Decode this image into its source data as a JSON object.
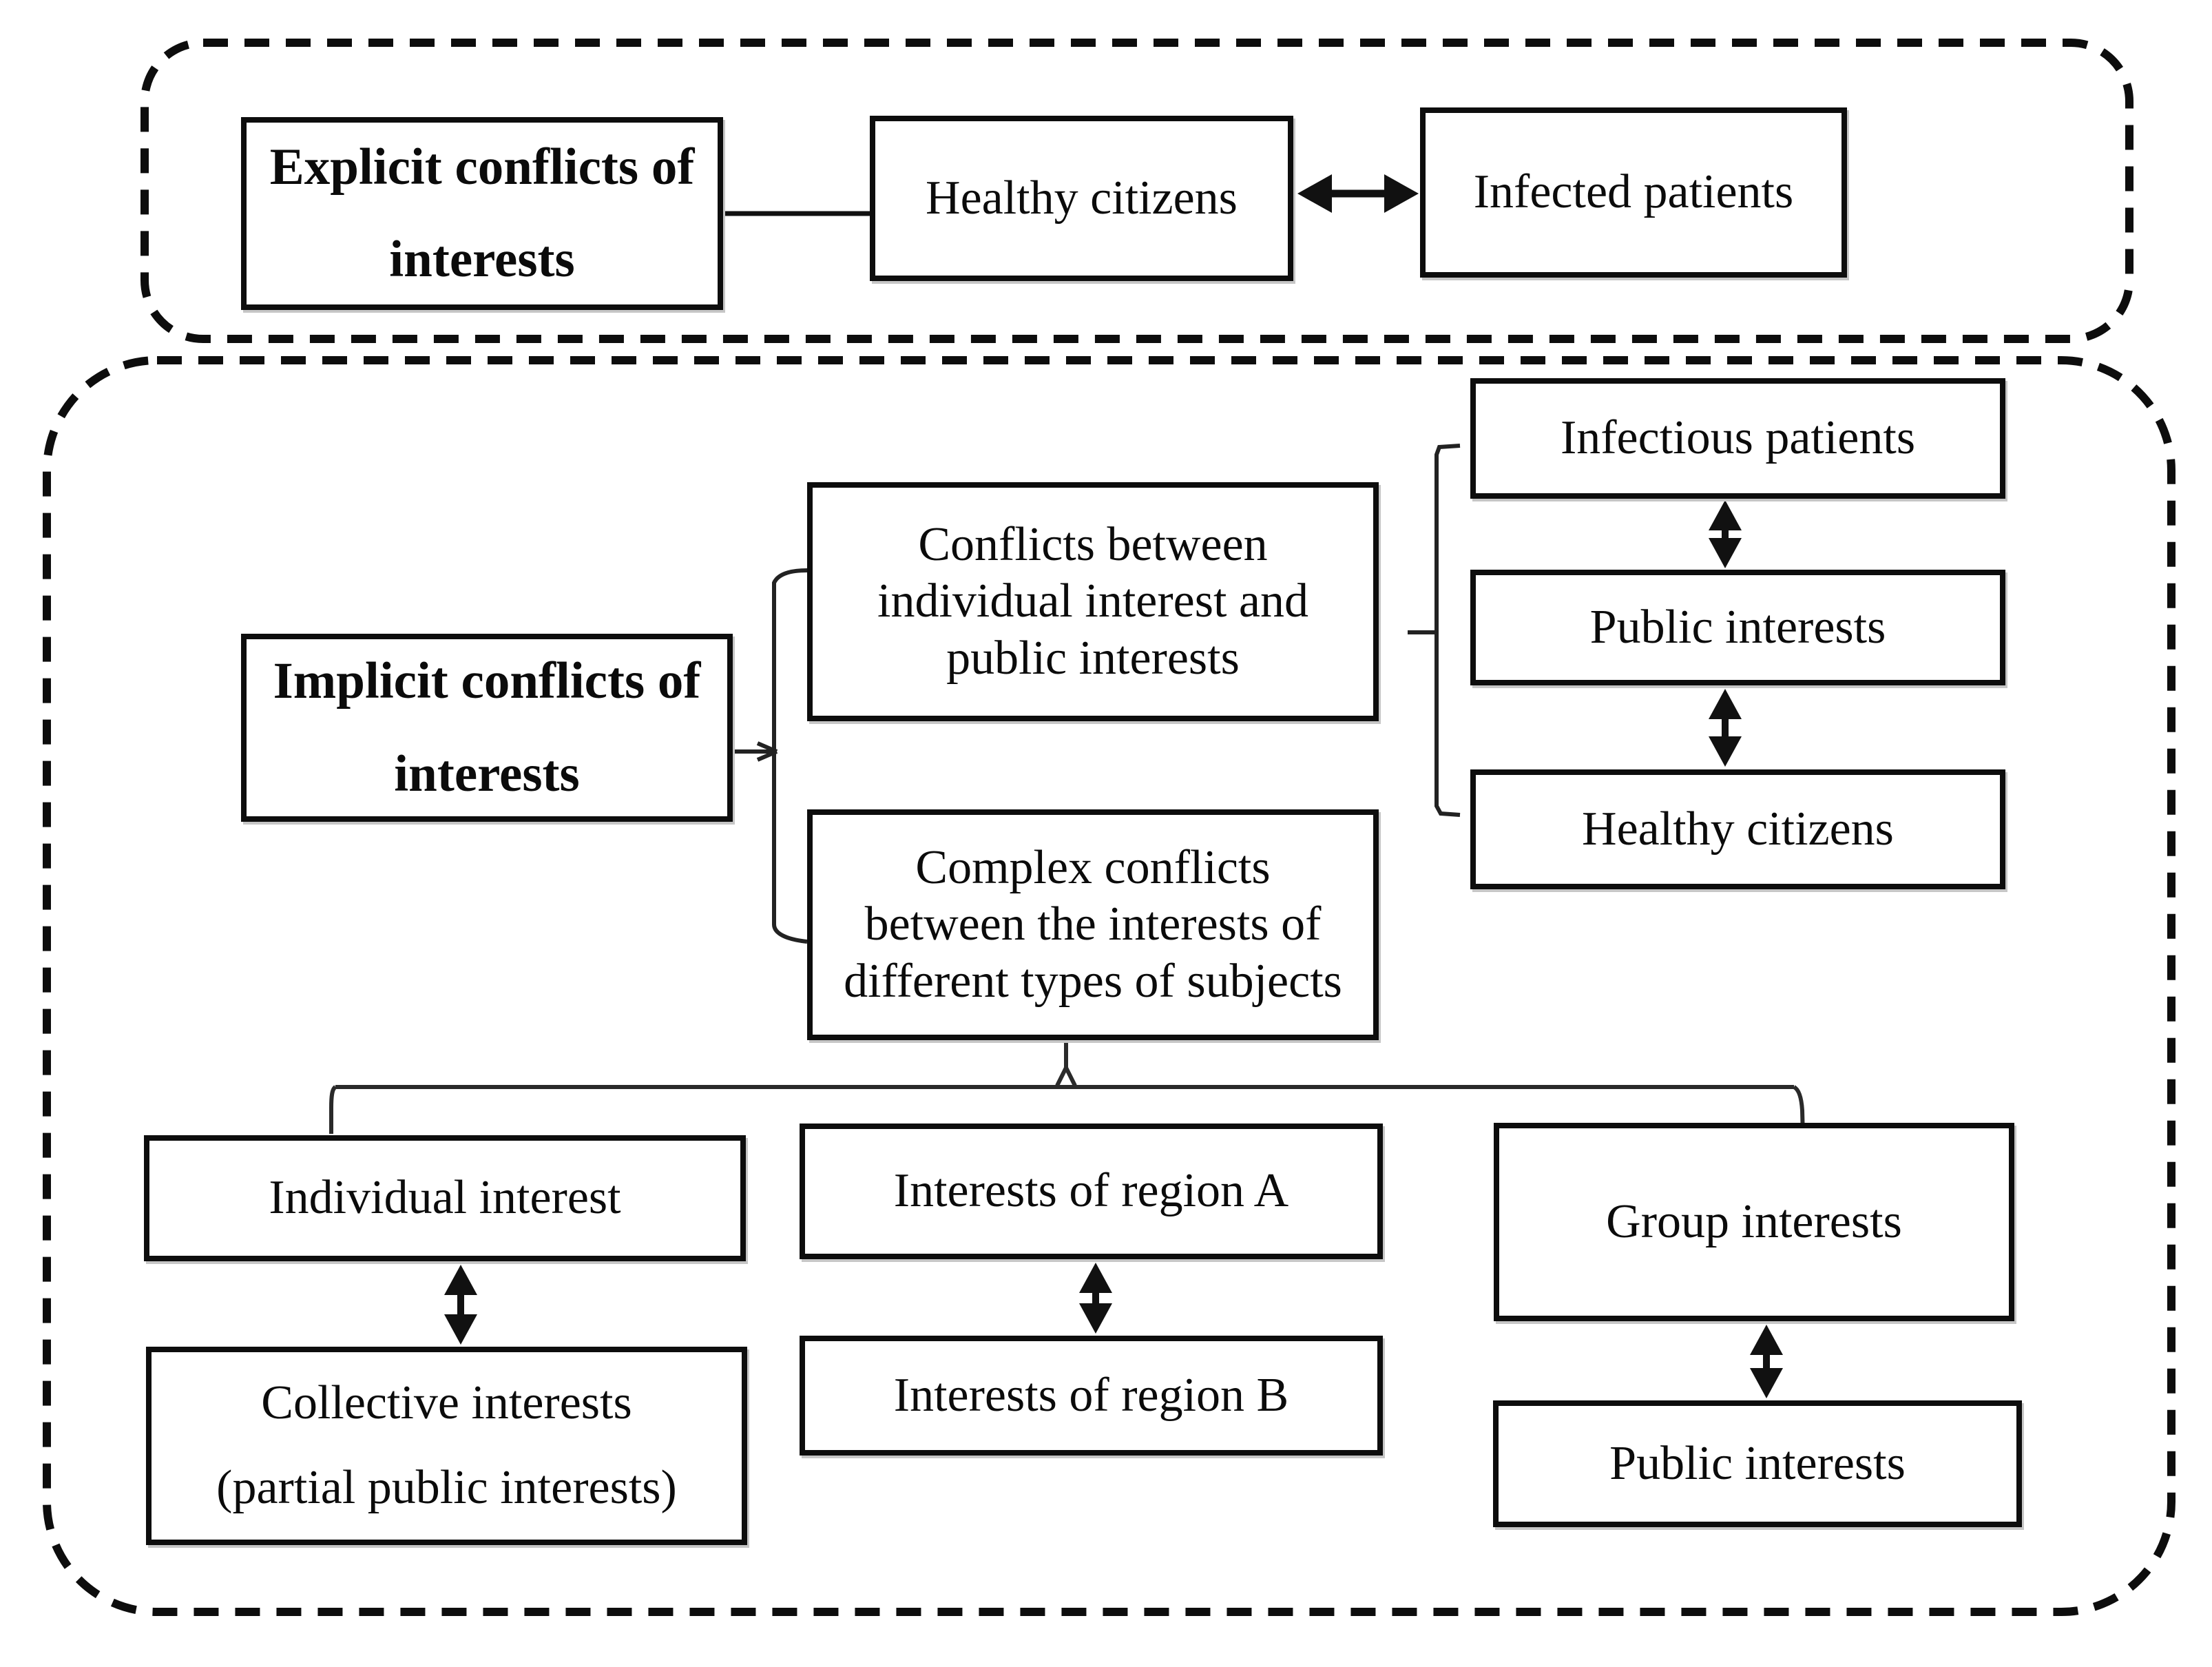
{
  "diagram": {
    "description": "Flow diagram of explicit and implicit conflicts of interests",
    "colors": {
      "ink": "#0d0d0d",
      "background": "#ffffff",
      "connector": "#2a2a2a"
    },
    "nodes": {
      "explicit": {
        "lines": [
          "Explicit conflicts of",
          "interests"
        ],
        "emphasis": "bold"
      },
      "healthy1": {
        "lines": [
          "Healthy citizens"
        ]
      },
      "infected": {
        "lines": [
          "Infected patients"
        ]
      },
      "implicit": {
        "lines": [
          "Implicit conflicts of",
          "interests"
        ],
        "emphasis": "bold"
      },
      "conflicts": {
        "lines": [
          "Conflicts between",
          "individual interest and",
          "public interests"
        ]
      },
      "complex": {
        "lines": [
          "Complex conflicts",
          "between the interests of",
          "different types of subjects"
        ]
      },
      "infectious": {
        "lines": [
          "Infectious patients"
        ]
      },
      "public1": {
        "lines": [
          "Public interests"
        ]
      },
      "healthy2": {
        "lines": [
          "Healthy citizens"
        ]
      },
      "individual": {
        "lines": [
          "Individual interest"
        ]
      },
      "collective": {
        "lines": [
          "Collective interests",
          "(partial public interests)"
        ]
      },
      "regionA": {
        "lines": [
          "Interests of region A"
        ]
      },
      "regionB": {
        "lines": [
          "Interests of region B"
        ]
      },
      "group": {
        "lines": [
          "Group interests"
        ]
      },
      "public2": {
        "lines": [
          "Public interests"
        ]
      }
    },
    "relations": [
      {
        "type": "double-arrow",
        "between": [
          "Healthy citizens",
          "Infected patients"
        ]
      },
      {
        "type": "line",
        "between": [
          "Explicit conflicts of interests",
          "Healthy citizens"
        ]
      },
      {
        "type": "bracket",
        "from": "Implicit conflicts of interests",
        "to": [
          "Conflicts between individual interest and public interests",
          "Complex conflicts between the interests of different types of subjects"
        ]
      },
      {
        "type": "bracket",
        "from": "Conflicts between individual interest and public interests",
        "to": [
          "Infectious patients",
          "Public interests",
          "Healthy citizens"
        ]
      },
      {
        "type": "double-arrow",
        "between": [
          "Infectious patients",
          "Public interests"
        ]
      },
      {
        "type": "double-arrow",
        "between": [
          "Public interests",
          "Healthy citizens"
        ]
      },
      {
        "type": "branch",
        "from": "Complex conflicts between the interests of different types of subjects",
        "to": [
          "Individual interest",
          "Interests of region A",
          "Group interests"
        ]
      },
      {
        "type": "double-arrow",
        "between": [
          "Individual interest",
          "Collective interests (partial public interests)"
        ]
      },
      {
        "type": "double-arrow",
        "between": [
          "Interests of region A",
          "Interests of region B"
        ]
      },
      {
        "type": "double-arrow",
        "between": [
          "Group interests",
          "Public interests"
        ]
      }
    ]
  }
}
